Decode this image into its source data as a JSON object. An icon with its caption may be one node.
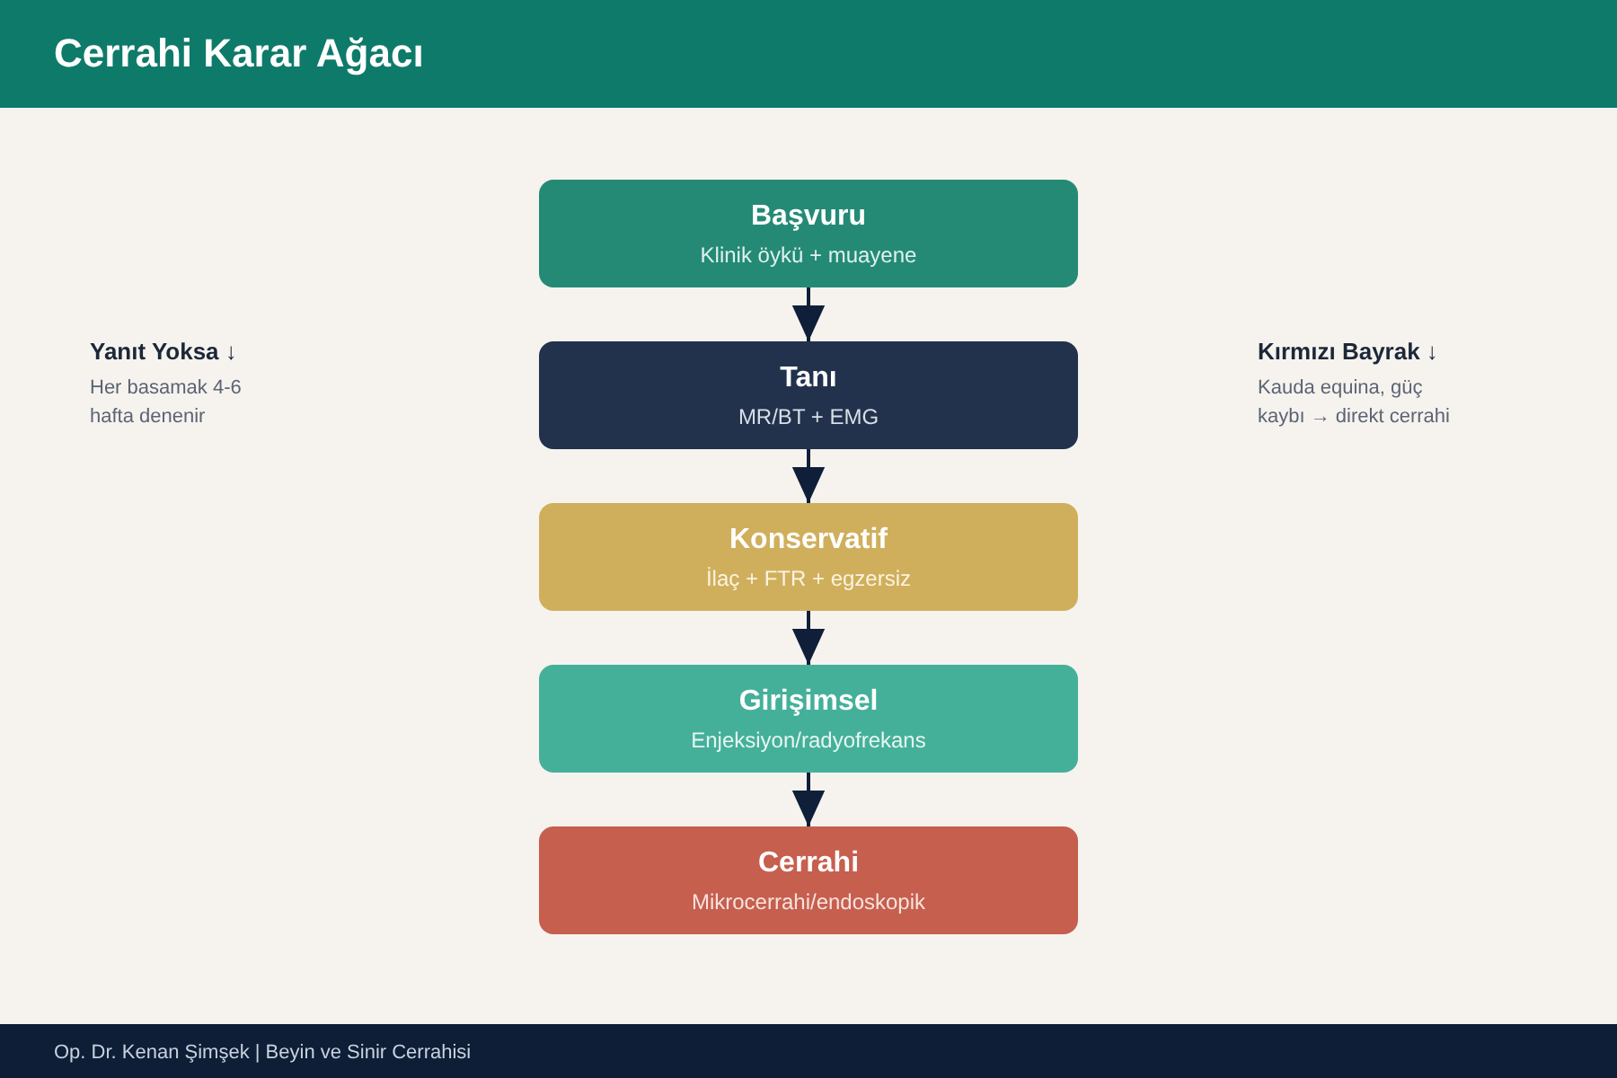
{
  "diagram": {
    "title": "Cerrahi Karar Ağacı",
    "nodes": [
      {
        "text": [
          "Başvuru",
          "Klinik öykü + muayene"
        ]
      },
      {
        "text": [
          "Tanı",
          "MR/BT + EMG"
        ]
      },
      {
        "text": [
          "Konservatif",
          "İlaç + FTR + egzersiz"
        ]
      },
      {
        "text": [
          "Girişimsel",
          "Enjeksiyon/radyofrekans"
        ]
      },
      {
        "text": [
          "Cerrahi",
          "Mikrocerrahi/endoskopik"
        ]
      }
    ],
    "edges": [
      {
        "from": 0,
        "to": 1,
        "arrow": "to"
      },
      {
        "from": 1,
        "to": 2,
        "arrow": "to"
      },
      {
        "from": 2,
        "to": 3,
        "arrow": "to"
      },
      {
        "from": 3,
        "to": 4,
        "arrow": "to"
      }
    ],
    "labels": [
      "Yanıt Yoksa ↓",
      "Her basamak 4-6 hafta denenir",
      "Kırmızı Bayrak ↓",
      "Kauda equina, güç kaybı → direkt cerrahi",
      "Op. Dr. Kenan Şimşek | Beyin ve Sinir Cerrahisi"
    ]
  }
}
